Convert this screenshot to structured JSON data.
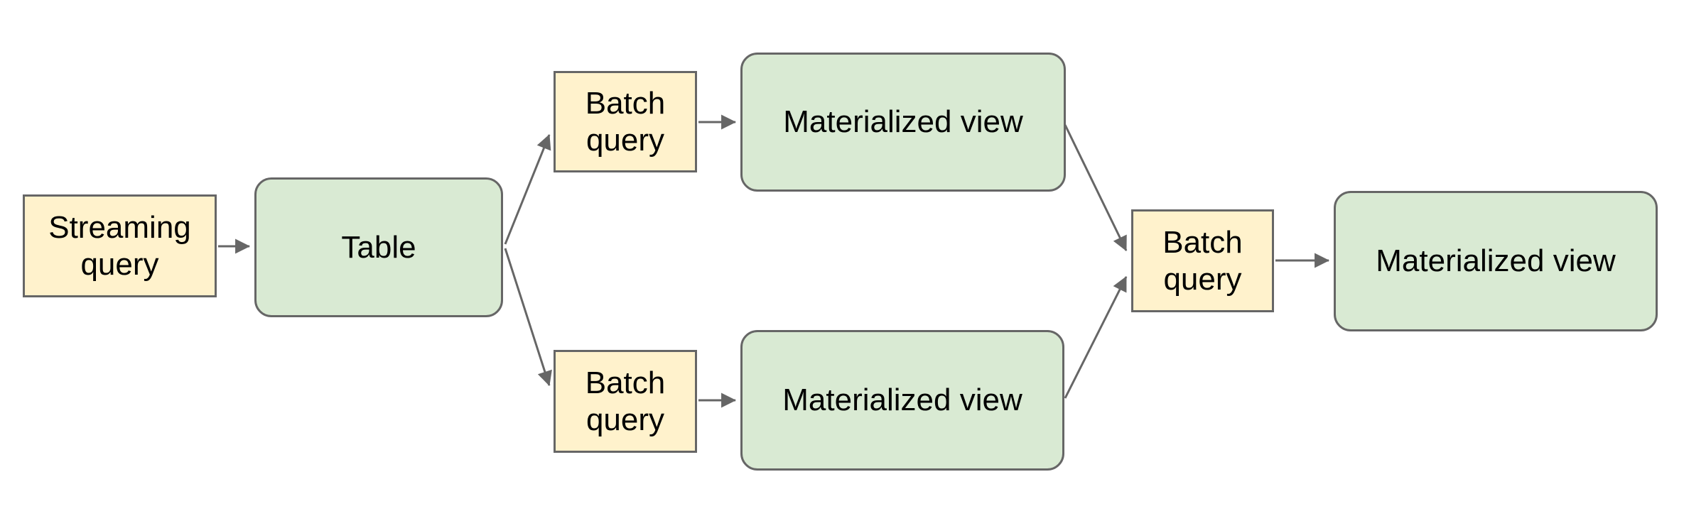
{
  "diagram": {
    "type": "flowchart",
    "background_color": "#ffffff",
    "palette": {
      "query_box_fill": "#fff2cc",
      "store_box_fill": "#d9ead3",
      "box_border": "#666666",
      "arrow_color": "#666666",
      "text_color": "#000000"
    },
    "nodes": [
      {
        "id": "streaming-query",
        "label": "Streaming query",
        "shape": "rectangle"
      },
      {
        "id": "table",
        "label": "Table",
        "shape": "rounded-rectangle"
      },
      {
        "id": "batch-query-top",
        "label": "Batch query",
        "shape": "rectangle"
      },
      {
        "id": "materialized-view-top",
        "label": "Materialized view",
        "shape": "rounded-rectangle"
      },
      {
        "id": "batch-query-bottom",
        "label": "Batch query",
        "shape": "rectangle"
      },
      {
        "id": "materialized-view-bottom",
        "label": "Materialized view",
        "shape": "rounded-rectangle"
      },
      {
        "id": "batch-query-final",
        "label": "Batch query",
        "shape": "rectangle"
      },
      {
        "id": "materialized-view-final",
        "label": "Materialized view",
        "shape": "rounded-rectangle"
      }
    ],
    "edges": [
      {
        "from": "streaming-query",
        "to": "table"
      },
      {
        "from": "table",
        "to": "batch-query-top"
      },
      {
        "from": "table",
        "to": "batch-query-bottom"
      },
      {
        "from": "batch-query-top",
        "to": "materialized-view-top"
      },
      {
        "from": "batch-query-bottom",
        "to": "materialized-view-bottom"
      },
      {
        "from": "materialized-view-top",
        "to": "batch-query-final"
      },
      {
        "from": "materialized-view-bottom",
        "to": "batch-query-final"
      },
      {
        "from": "batch-query-final",
        "to": "materialized-view-final"
      }
    ]
  }
}
